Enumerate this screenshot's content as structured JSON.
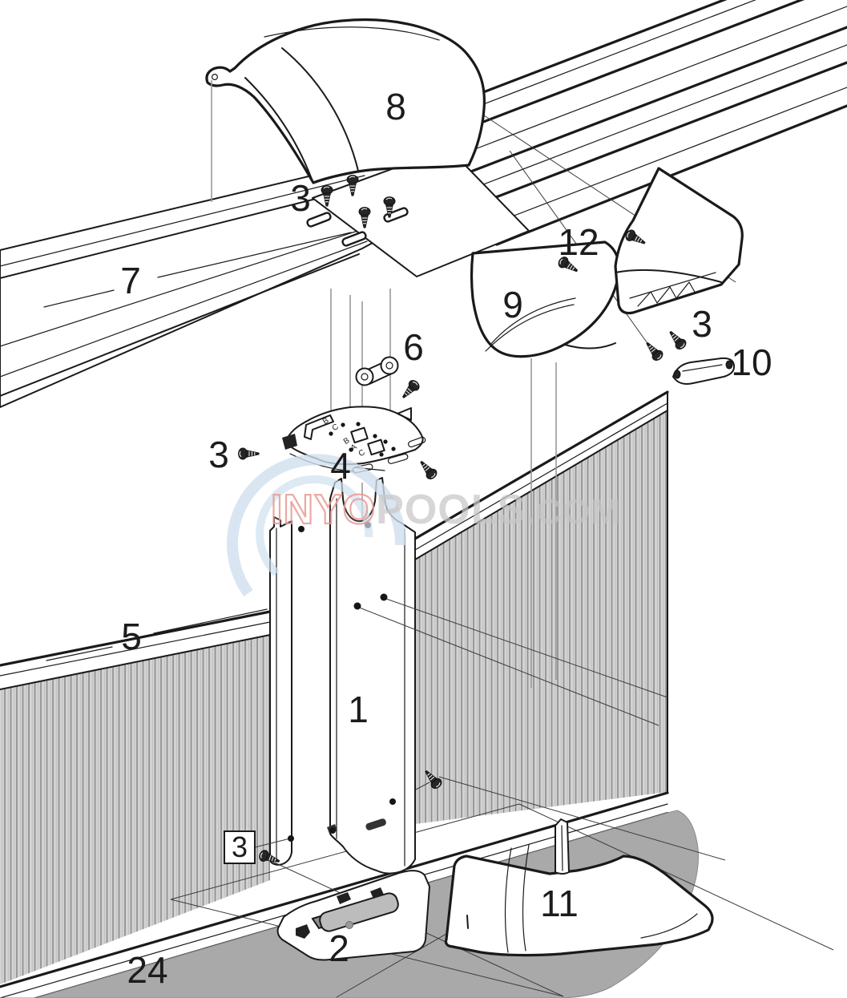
{
  "diagram": {
    "type": "exploded-parts-diagram",
    "callouts": [
      {
        "id": "part-8",
        "text": "8"
      },
      {
        "id": "part-3-top",
        "text": "3"
      },
      {
        "id": "part-7",
        "text": "7"
      },
      {
        "id": "part-12",
        "text": "12"
      },
      {
        "id": "part-9",
        "text": "9"
      },
      {
        "id": "part-3-right",
        "text": "3"
      },
      {
        "id": "part-10",
        "text": "10"
      },
      {
        "id": "part-6",
        "text": "6"
      },
      {
        "id": "part-3-mid",
        "text": "3"
      },
      {
        "id": "part-4",
        "text": "4"
      },
      {
        "id": "part-5",
        "text": "5"
      },
      {
        "id": "part-1",
        "text": "1"
      },
      {
        "id": "part-3-bottom",
        "text": "3"
      },
      {
        "id": "part-11",
        "text": "11"
      },
      {
        "id": "part-2",
        "text": "2"
      },
      {
        "id": "part-24",
        "text": "24"
      }
    ],
    "plate_markings": {
      "upper": [
        "B",
        "C"
      ],
      "lower": [
        "B",
        "A",
        "C"
      ]
    },
    "watermark": {
      "part1": "INYO",
      "part2": "POOLS",
      "part3": ".COM"
    },
    "colors": {
      "line": "#1a1a1a",
      "wall_light": "#d3d3d3",
      "wall_stripe": "#8f8f8f",
      "ground": "#a9a9a9",
      "watermark_red": "#e99993",
      "watermark_gray": "#c6c6c6",
      "watermark_blue": "#cfe0ee"
    }
  }
}
